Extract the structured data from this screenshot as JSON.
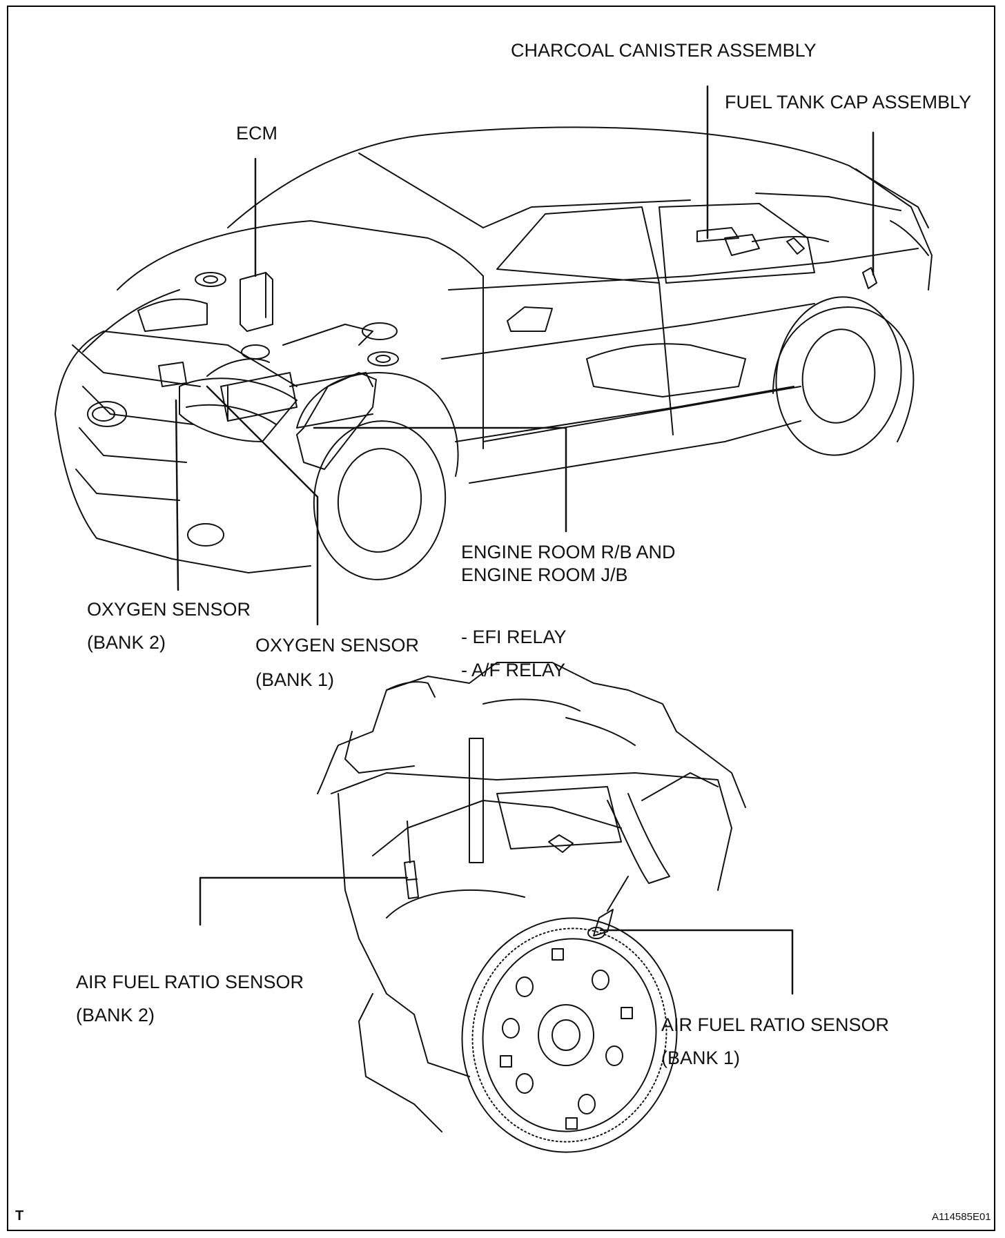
{
  "labels": {
    "charcoal_canister": "CHARCOAL CANISTER ASSEMBLY",
    "fuel_tank_cap": "FUEL TANK CAP ASSEMBLY",
    "ecm": "ECM",
    "engine_room_line1": "ENGINE ROOM R/B AND",
    "engine_room_line2": "ENGINE ROOM J/B",
    "efi_relay": "- EFI RELAY",
    "af_relay": "- A/F RELAY",
    "oxygen_sensor_b2_line1": "OXYGEN SENSOR",
    "oxygen_sensor_b2_line2": "(BANK 2)",
    "oxygen_sensor_b1_line1": "OXYGEN SENSOR",
    "oxygen_sensor_b1_line2": "(BANK 1)",
    "af_sensor_b2_line1": "AIR FUEL RATIO SENSOR",
    "af_sensor_b2_line2": "(BANK 2)",
    "af_sensor_b1_line1": "AIR FUEL RATIO SENSOR",
    "af_sensor_b1_line2": "(BANK 1)"
  },
  "corner_mark": "T",
  "figure_id": "A114585E01"
}
